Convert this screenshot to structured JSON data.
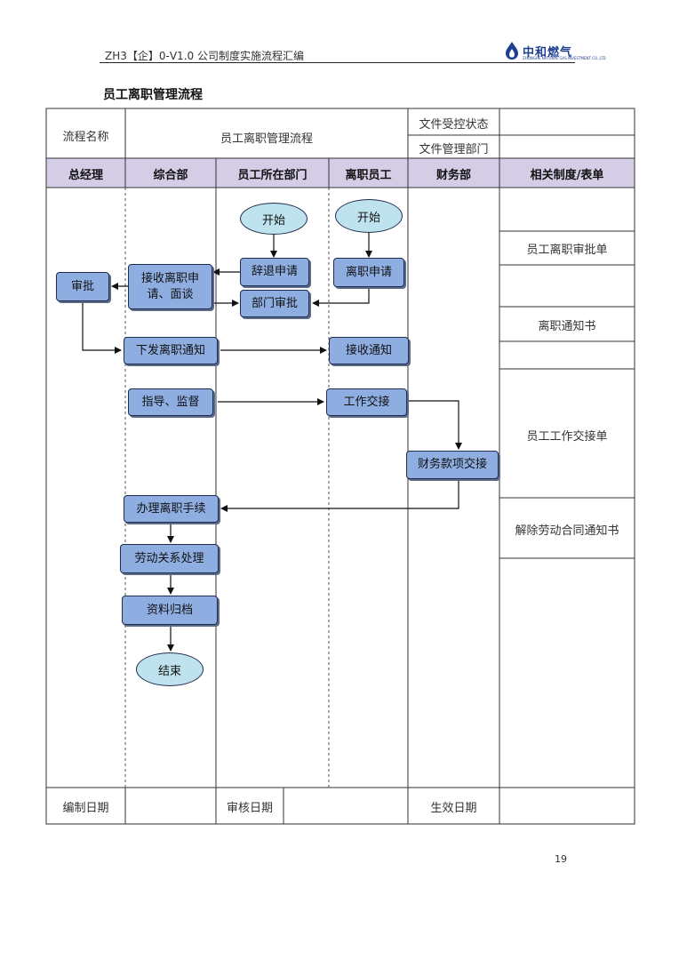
{
  "header": {
    "doc_code": "ZH3【企】0-V1.0 公司制度实施流程汇编",
    "logo_text": "中和燃气",
    "logo_sub": "ZHONGHE NATURAL GAS INVESTMENT CO.,LTD",
    "colors": {
      "logo": "#1d3f8f",
      "lane_header_bg": "#d5cde6",
      "box_fill": "#8eaee2",
      "oval_fill": "#bfe3ee"
    }
  },
  "title": "员工离职管理流程",
  "table": {
    "process_name_label": "流程名称",
    "process_name_value": "员工离职管理流程",
    "doc_status_label": "文件受控状态",
    "doc_dept_label": "文件管理部门",
    "lanes": [
      "总经理",
      "综合部",
      "员工所在部门",
      "离职员工",
      "财务部",
      "相关制度/表单"
    ],
    "footer": {
      "compiled_date": "编制日期",
      "reviewed_date": "审核日期",
      "effective_date": "生效日期"
    }
  },
  "flow": {
    "start_dept": "开始",
    "start_emp": "开始",
    "dismiss_apply": "辞退申请",
    "resign_apply": "离职申请",
    "approve": "审批",
    "receive_interview": "接收离职申请、面谈",
    "dept_approve": "部门审批",
    "issue_notice": "下发离职通知",
    "receive_notice": "接收通知",
    "guide_supervise": "指导、监督",
    "handover": "工作交接",
    "finance_handover": "财务款项交接",
    "resign_procedure": "办理离职手续",
    "labor_relation": "劳动关系处理",
    "archive": "资料归档",
    "end": "结束"
  },
  "forms": [
    "员工离职审批单",
    "离职通知书",
    "员工工作交接单",
    "解除劳动合同通知书"
  ],
  "page_number": "19"
}
